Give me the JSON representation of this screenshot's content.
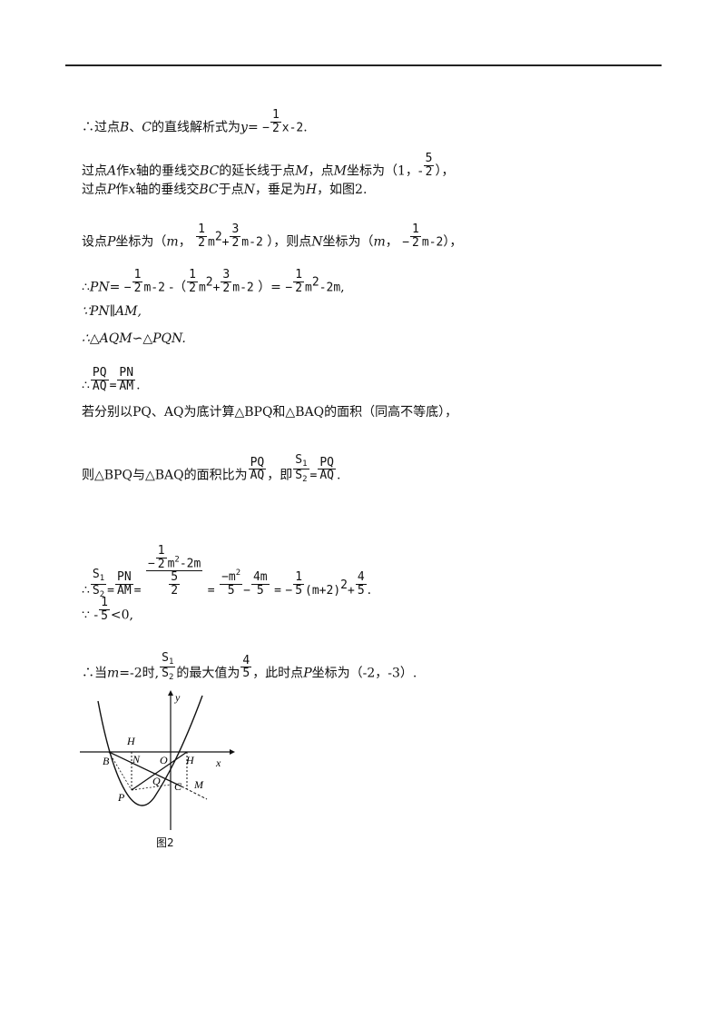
{
  "lines": {
    "l1": {
      "pre": "∴过点",
      "B": "B",
      "sep": "、",
      "C": "C",
      "mid": "的直线解析式为",
      "y": "y",
      "eq": "=",
      "fn": "1",
      "fd": "2",
      "neg": "−",
      "tail": "x-2",
      "end": "."
    },
    "l2": {
      "pre": "过点",
      "A": "A",
      "t1": "作",
      "x": "x",
      "t2": "轴的垂线交",
      "BC": "BC",
      "t3": "的延长线于点",
      "M": "M",
      "t4": "，点",
      "M2": "M",
      "t5": "坐标为（1，-",
      "fn": "5",
      "fd": "2",
      "end": "），"
    },
    "l3": {
      "pre": "过点",
      "P": "P",
      "t1": "作",
      "x": "x",
      "t2": "轴的垂线交",
      "BC": "BC",
      "t3": "于点",
      "N": "N",
      "t4": "，垂足为",
      "H": "H",
      "t5": "，如图2."
    },
    "l4": {
      "pre": "设点",
      "P": "P",
      "t1": "坐标为（",
      "m": "m",
      "t2": "，",
      "a_n": "1",
      "a_d": "2",
      "a_tail": "m",
      "a_exp": "2",
      "plus": "+",
      "b_n": "3",
      "b_d": "2",
      "b_tail": "m-2",
      "t3": "），则点",
      "N": "N",
      "t4": "坐标为（",
      "m2": "m",
      "t5": "，",
      "c_neg": "−",
      "c_n": "1",
      "c_d": "2",
      "c_tail": "m-2",
      "end": "），"
    },
    "l5": {
      "pre": "∴",
      "PN": "PN",
      "eq": "=",
      "a_neg": "−",
      "a_n": "1",
      "a_d": "2",
      "a_tail": "m-2",
      "minus": "-（",
      "b_n": "1",
      "b_d": "2",
      "b_tail": "m",
      "b_exp": "2",
      "plus": "+",
      "c_n": "3",
      "c_d": "2",
      "c_tail": "m-2",
      "close": "）=",
      "d_neg": "−",
      "d_n": "1",
      "d_d": "2",
      "d_tail": "m",
      "d_exp": "2",
      "d_rest": "-2m",
      "end": ","
    },
    "l6": {
      "text": "∵PN∥AM,"
    },
    "l7": {
      "text": "∴△AQM∽△PQN."
    },
    "l8": {
      "pre": "∴",
      "n": "PQ",
      "d": "AQ",
      "eq": "=",
      "n2": "PN",
      "d2": "AM",
      "end": "."
    },
    "l9": {
      "text": "若分别以PQ、AQ为底计算△BPQ和△BAQ的面积（同高不等底），"
    },
    "l10": {
      "pre": "则△BPQ与△BAQ的面积比为",
      "n": "PQ",
      "d": "AQ",
      "t1": "，即",
      "s1": "S",
      "s1sub": "1",
      "s2": "S",
      "s2sub": "2",
      "eq": "=",
      "n2": "PQ",
      "d2": "AQ",
      "end": "."
    },
    "l11": {
      "pre": "∴",
      "s1": "S",
      "s1sub": "1",
      "s2": "S",
      "s2sub": "2",
      "eq": "=",
      "pn": "PN",
      "am": "AM",
      "eq2": "=",
      "big_n_neg": "−",
      "big_n_fn": "1",
      "big_n_fd": "2",
      "big_n_tail": "m",
      "big_n_exp": "2",
      "big_n_rest": "-2m",
      "big_d_n": "5",
      "big_d_d": "2",
      "eq3": "=",
      "a_n": "−m",
      "a_exp": "2",
      "a_d": "5",
      "minus": "−",
      "b_n": "4m",
      "b_d": "5",
      "eq4": "=",
      "c_neg": "−",
      "c_n": "1",
      "c_d": "5",
      "c_tail": "(m+2)",
      "c_exp": "2",
      "plus": "+",
      "d_n": "4",
      "d_d": "5",
      "end": "."
    },
    "l12": {
      "pre": "∵ -",
      "n": "1",
      "d": "5",
      "end": "<0,"
    },
    "l13": {
      "pre": "∴当",
      "m": "m",
      "t1": "=-2时,",
      "s1": "S",
      "s1sub": "1",
      "s2": "S",
      "s2sub": "2",
      "t2": "的最大值为",
      "n": "4",
      "d": "5",
      "t3": "，此时点",
      "P": "P",
      "t4": "坐标为（-2，-3）."
    }
  },
  "figure": {
    "caption": "图2",
    "labels": {
      "y": "y",
      "x": "x",
      "H1": "H",
      "B": "B",
      "N": "N",
      "O": "O",
      "H2": "H",
      "Q": "Q",
      "C": "C",
      "M": "M",
      "P": "P"
    }
  }
}
